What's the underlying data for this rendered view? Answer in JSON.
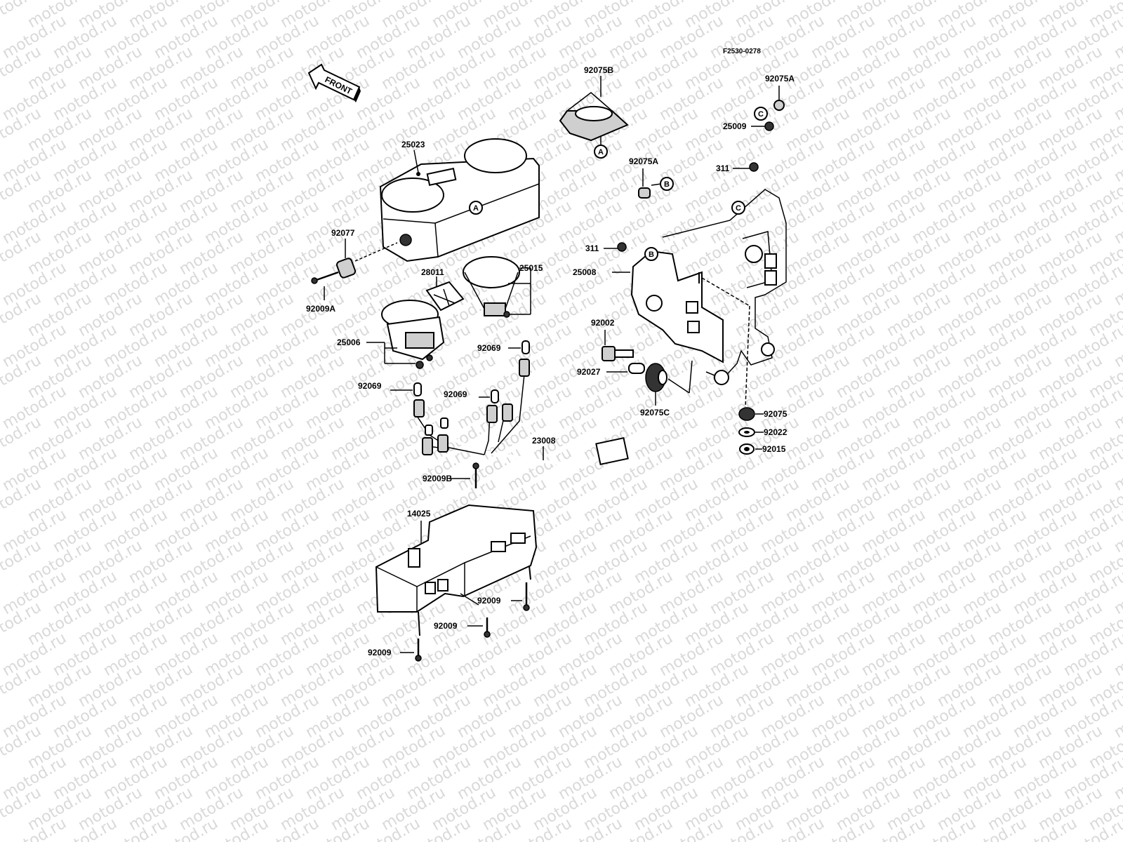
{
  "diagram": {
    "reference_code": "F2530-0278",
    "watermark_text": "motod.ru",
    "front_arrow_label": "FRONT",
    "part_numbers": {
      "p92075B": "92075B",
      "p92075A_top": "92075A",
      "p25009": "25009",
      "p25023": "25023",
      "p92075A_mid": "92075A",
      "p311_top": "311",
      "p92077": "92077",
      "p311_mid": "311",
      "p28011": "28011",
      "p25015": "25015",
      "p25008": "25008",
      "p92009A": "92009A",
      "p92002": "92002",
      "p25006": "25006",
      "p92069_a": "92069",
      "p92027": "92027",
      "p92069_b": "92069",
      "p92069_c": "92069",
      "p92075C": "92075C",
      "p92075": "92075",
      "p92022": "92022",
      "p23008": "23008",
      "p92015": "92015",
      "p92009B": "92009B",
      "p14025": "14025",
      "p92009_a": "92009",
      "p92009_b": "92009",
      "p92009_c": "92009"
    },
    "ref_markers": {
      "a_bottom": "A",
      "a_meter": "A",
      "b_top": "B",
      "b_bracket": "B",
      "c_top": "C",
      "c_bracket": "C"
    }
  }
}
